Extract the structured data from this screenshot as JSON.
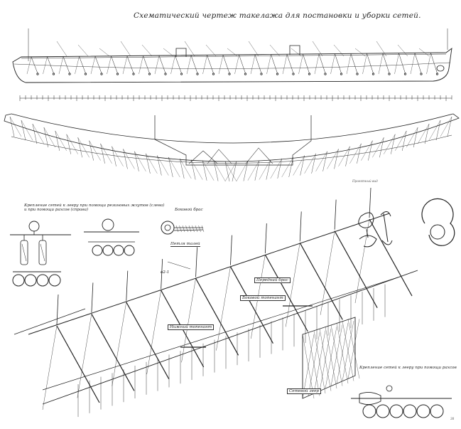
{
  "drawing": {
    "title": "Схематический чертеж такелажа для постановки и уборки сетей.",
    "labels": {
      "mounting_main": "Крепление сетей к лееру при помощи резиновых жгутов (слева) и при помощи рахсов (справа)",
      "boom_brace": "Боковой брас",
      "topping_lift": "Петля талей",
      "forward_brace": "Передний брас",
      "side_guy": "Боковой топенант",
      "lower_topping": "Нижний топенант",
      "net_yard": "Сетевой леер",
      "mounting_rings": "Крепление сетей к лееру при помощи рахсов",
      "dimension": "в2-1",
      "small_note": "Проектный вид",
      "page_number": "38"
    }
  }
}
